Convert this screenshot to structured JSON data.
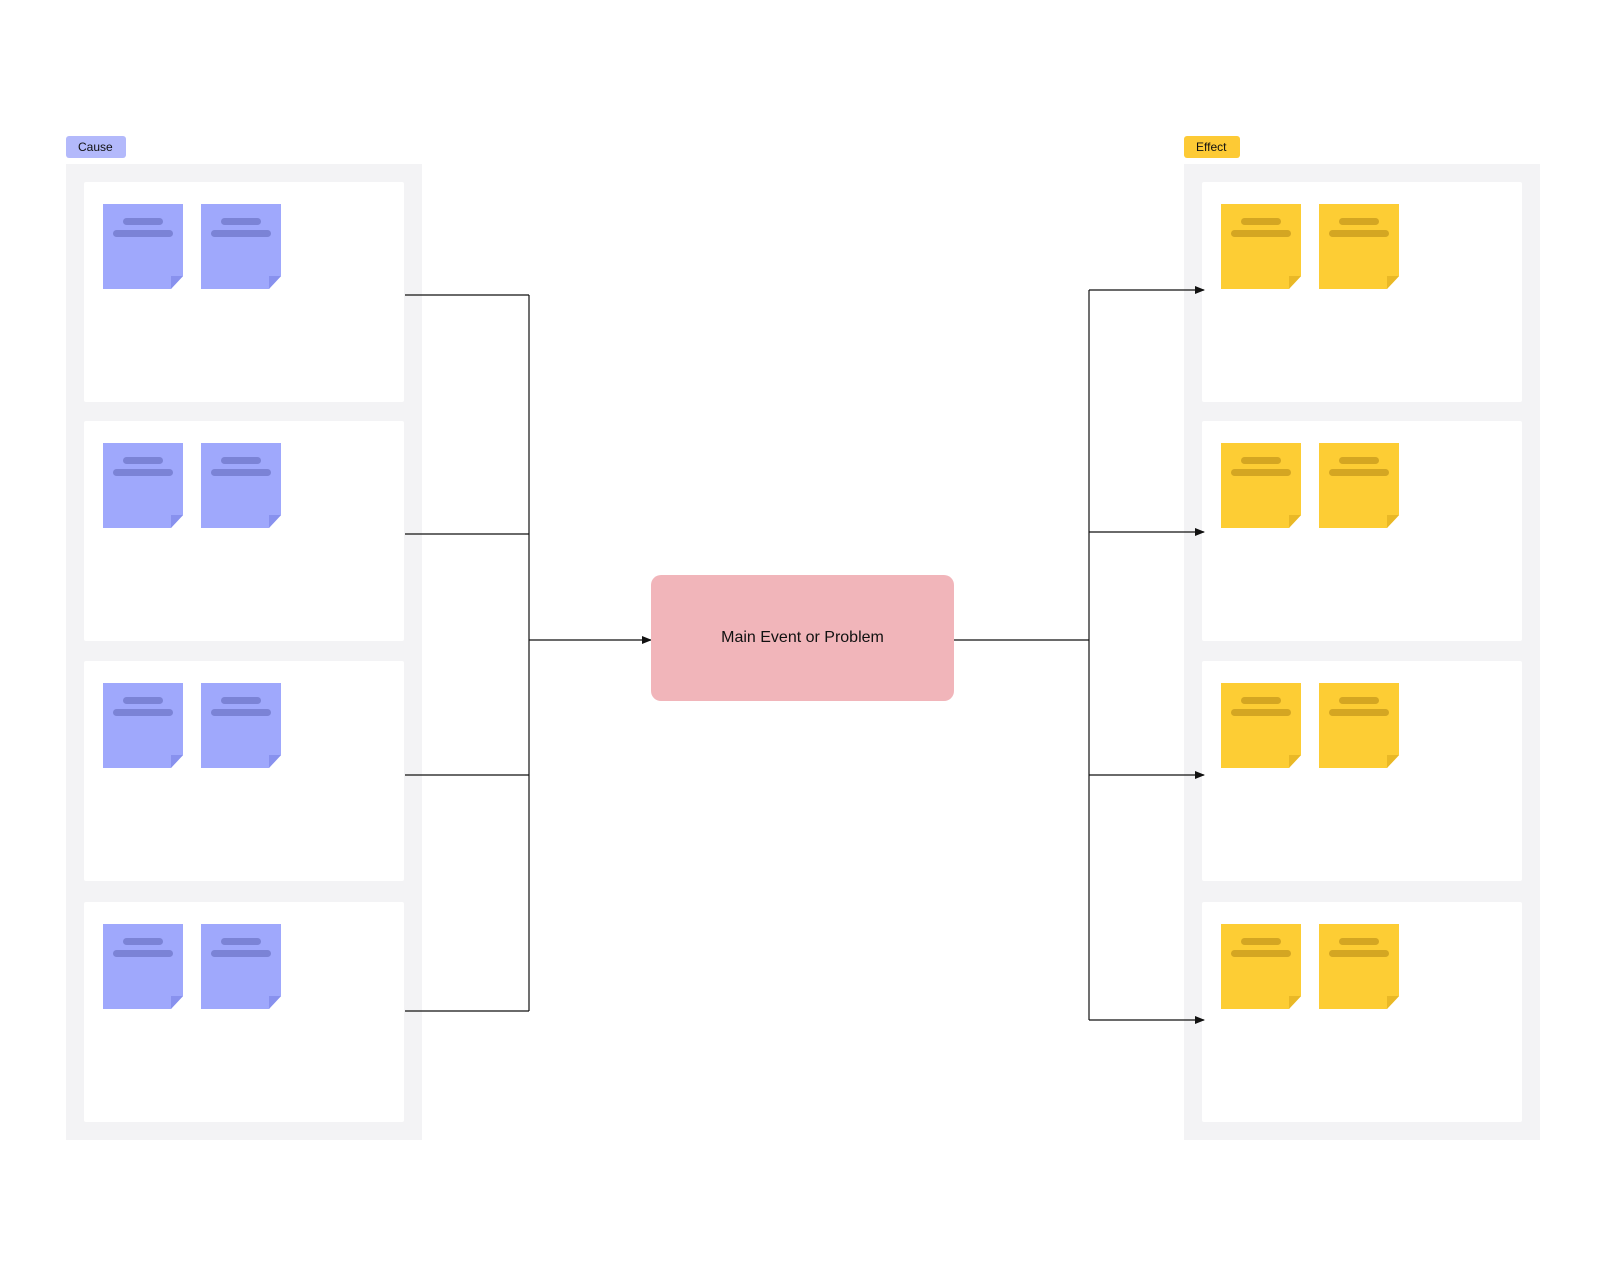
{
  "cause": {
    "label": "Cause",
    "tag_color": "#b3b9fb",
    "sticky_color": "#9fa8fc",
    "sticky_fold_color": "#8891ee",
    "sticky_bar_color": "#7b83d6",
    "sections": [
      {
        "notes": [
          "sticky-note",
          "sticky-note"
        ]
      },
      {
        "notes": [
          "sticky-note",
          "sticky-note"
        ]
      },
      {
        "notes": [
          "sticky-note",
          "sticky-note"
        ]
      },
      {
        "notes": [
          "sticky-note",
          "sticky-note"
        ]
      }
    ]
  },
  "effect": {
    "label": "Effect",
    "tag_color": "#fdca35",
    "sticky_color": "#fdcd34",
    "sticky_fold_color": "#e9b826",
    "sticky_bar_color": "#d4a622",
    "sections": [
      {
        "notes": [
          "sticky-note",
          "sticky-note"
        ]
      },
      {
        "notes": [
          "sticky-note",
          "sticky-note"
        ]
      },
      {
        "notes": [
          "sticky-note",
          "sticky-note"
        ]
      },
      {
        "notes": [
          "sticky-note",
          "sticky-note"
        ]
      }
    ]
  },
  "main_event": {
    "label": "Main Event or Problem",
    "color": "#f1b5ba"
  },
  "connector_color": "#111111",
  "panel_color": "#f3f3f5"
}
